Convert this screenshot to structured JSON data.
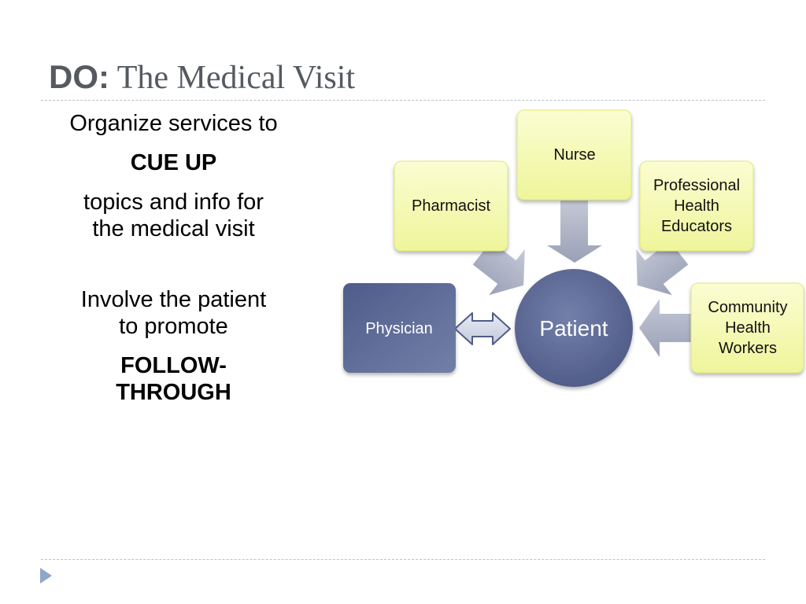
{
  "title": {
    "bold": "DO:",
    "rest": " The Medical Visit"
  },
  "left_text": {
    "line1": "Organize services to",
    "line2": "CUE UP",
    "line3a": "topics and info for",
    "line3b": "the medical visit",
    "line4a": "Involve the patient",
    "line4b": "to promote",
    "line5a": "FOLLOW-",
    "line5b": "THROUGH"
  },
  "diagram": {
    "center": "Patient",
    "physician": "Physician",
    "pharmacist": "Pharmacist",
    "nurse": "Nurse",
    "educators": [
      "Professional",
      "Health",
      "Educators"
    ],
    "chw": [
      "Community",
      "Health",
      "Workers"
    ]
  },
  "colors": {
    "title": "#555a60",
    "box_yellow": "#f2f7a6",
    "box_yellow_edge": "#e1ea78",
    "navy": "#5d6994",
    "arrow_gray": "#a3a9bd",
    "rule": "#b8c2cc"
  }
}
